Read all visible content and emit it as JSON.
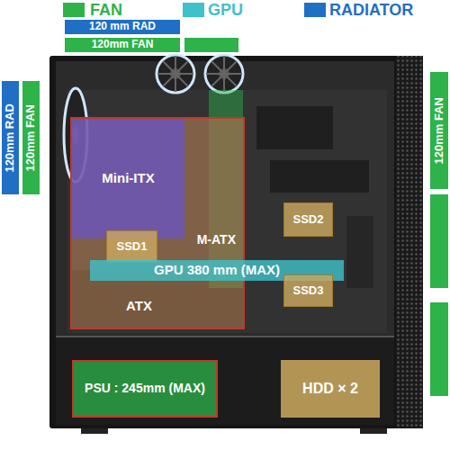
{
  "diagram": {
    "nodes": [
      {
        "text": [
          "120 mm RAD"
        ]
      },
      {
        "text": [
          "120mm FAN"
        ]
      },
      {
        "text": [
          "120mm RAD"
        ]
      },
      {
        "text": [
          "120mm FAN"
        ]
      },
      {
        "text": [
          "120mm FAN"
        ]
      },
      {
        "text": [
          "ATX"
        ]
      },
      {
        "text": [
          "M-ATX"
        ],
        "in": 5
      },
      {
        "text": [
          "Mini-ITX"
        ],
        "in": 6
      },
      {
        "text": [
          "SSD1"
        ],
        "in": 6
      },
      {
        "text": [
          "SSD2"
        ]
      },
      {
        "text": [
          "GPU 380 mm (MAX)"
        ]
      },
      {
        "text": [
          "SSD3"
        ]
      },
      {
        "text": [
          "PSU : 245mm (MAX)"
        ]
      },
      {
        "text": [
          "HDD × 2"
        ]
      }
    ],
    "legend": [
      {
        "text": "FAN",
        "color": "#2db34a"
      },
      {
        "text": "GPU",
        "color": "#3fc1c9"
      },
      {
        "text": "RADIATOR",
        "color": "#1f6fc5"
      }
    ]
  }
}
